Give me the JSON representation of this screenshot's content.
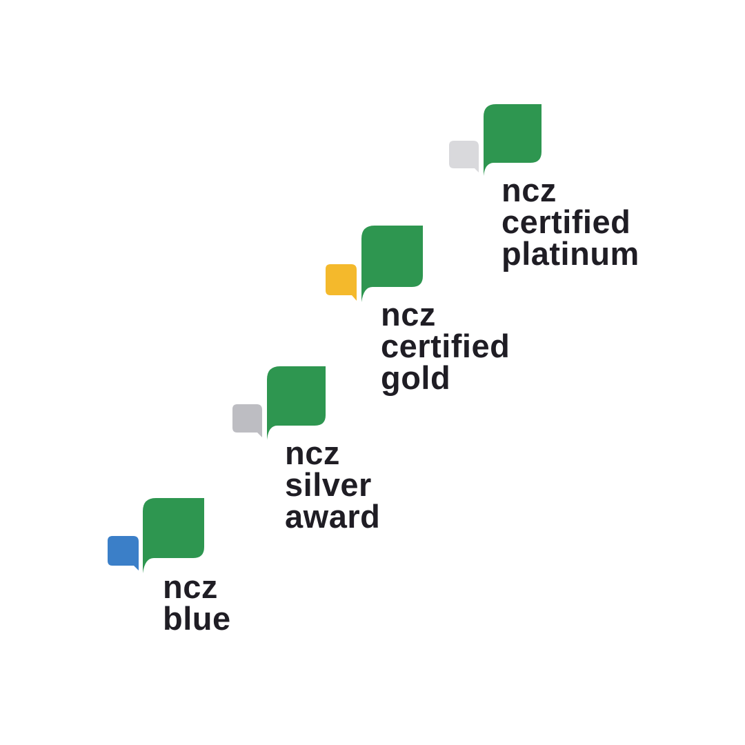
{
  "badges": [
    {
      "id": "platinum",
      "line1": "ncz",
      "line2": "certified",
      "line3": "platinum",
      "accent_color": "#d9d9dc",
      "main_color": "#2e9650"
    },
    {
      "id": "gold",
      "line1": "ncz",
      "line2": "certified",
      "line3": "gold",
      "accent_color": "#f4b92c",
      "main_color": "#2e9650"
    },
    {
      "id": "silver",
      "line1": "ncz",
      "line2": "silver",
      "line3": "award",
      "accent_color": "#bdbdc2",
      "main_color": "#2e9650"
    },
    {
      "id": "blue",
      "line1": "ncz",
      "line2": "blue",
      "accent_color": "#3b7fc8",
      "main_color": "#2e9650"
    }
  ],
  "icons": {
    "logo_mark": "speech-bubbles-icon"
  }
}
